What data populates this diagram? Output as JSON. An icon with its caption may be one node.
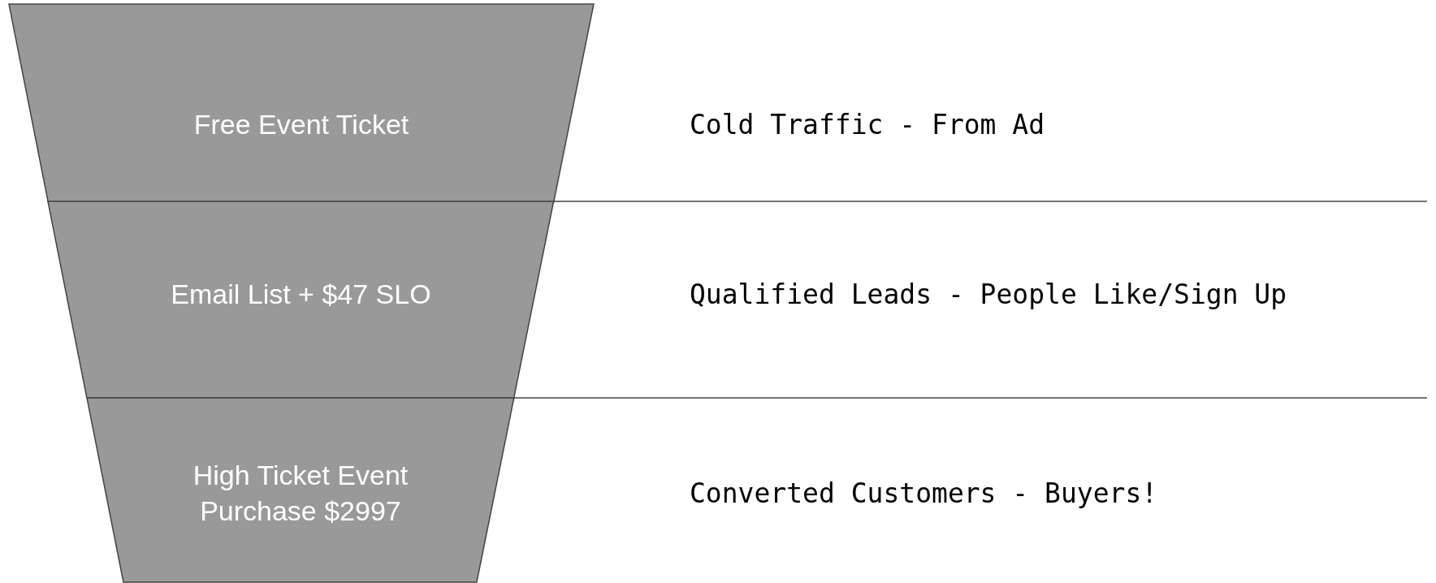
{
  "diagram": {
    "nodes": [
      {
        "text": [
          "Free Event Ticket"
        ]
      },
      {
        "text": [
          "Email List + $47 SLO"
        ]
      },
      {
        "text": [
          "High Ticket Event Purchase $2997"
        ]
      }
    ],
    "edges": [],
    "labels": [
      "Cold Traffic - From Ad",
      "Qualified Leads - People Like/Sign Up",
      "Converted Customers - Buyers!"
    ]
  }
}
